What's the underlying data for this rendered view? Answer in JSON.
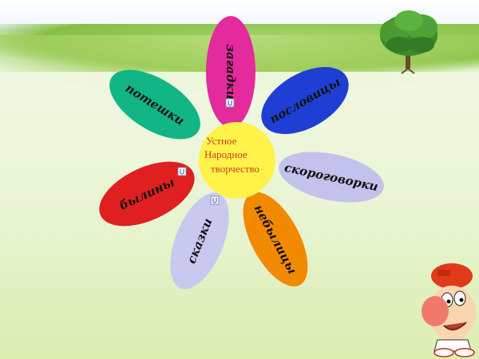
{
  "center": {
    "lines": [
      "Устное",
      "Народное",
      "творчество"
    ]
  },
  "petals": [
    {
      "label": "загадки",
      "color": "#e42b9e"
    },
    {
      "label": "пословицы",
      "color": "#1f3fd4"
    },
    {
      "label": "скороговорки",
      "color": "#c2c2ec"
    },
    {
      "label": "небылицы",
      "color": "#f28a00"
    },
    {
      "label": "сказки",
      "color": "#c9c9ef"
    },
    {
      "label": "былины",
      "color": "#e02020"
    },
    {
      "label": "потешки",
      "color": "#12b585"
    }
  ],
  "colors": {
    "center_fill": "#fff34a",
    "center_text": "#d43a1a",
    "petal_text": "#111111"
  },
  "icons": [
    "tree-icon",
    "cartoon-character-icon",
    "small-link-icon"
  ]
}
